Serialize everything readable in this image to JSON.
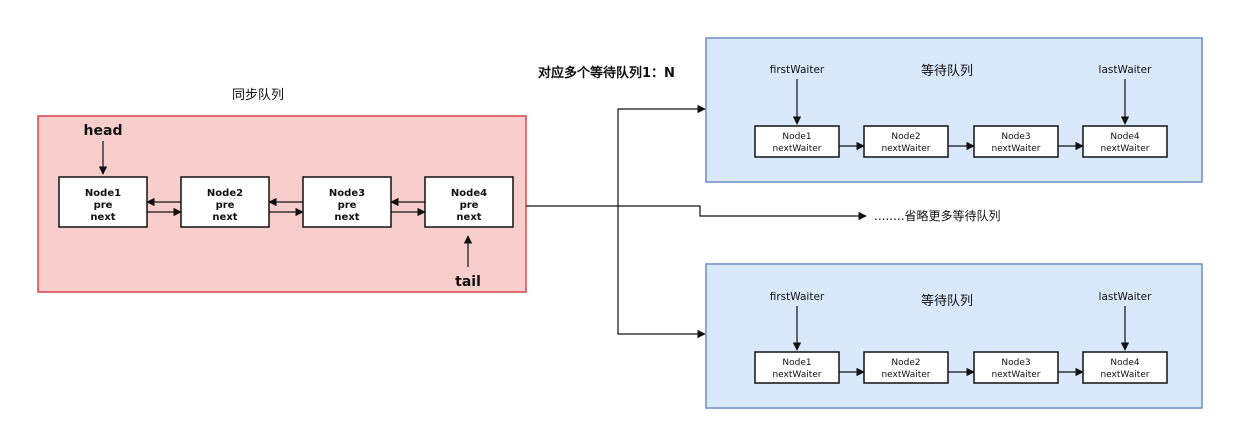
{
  "sync_queue": {
    "title": "同步队列",
    "head_label": "head",
    "tail_label": "tail",
    "nodes": [
      {
        "name": "Node1",
        "pre": "pre",
        "next": "next"
      },
      {
        "name": "Node2",
        "pre": "pre",
        "next": "next"
      },
      {
        "name": "Node3",
        "pre": "pre",
        "next": "next"
      },
      {
        "name": "Node4",
        "pre": "pre",
        "next": "next"
      }
    ],
    "colors": {
      "fill": "#f8cecc",
      "stroke": "#d6464b"
    }
  },
  "relation_label": "对应多个等待队列1：N",
  "omitted_label": "........省略更多等待队列",
  "wait_queues": [
    {
      "title": "等待队列",
      "first_label": "firstWaiter",
      "last_label": "lastWaiter",
      "nodes": [
        {
          "name": "Node1",
          "field": "nextWaiter"
        },
        {
          "name": "Node2",
          "field": "nextWaiter"
        },
        {
          "name": "Node3",
          "field": "nextWaiter"
        },
        {
          "name": "Node4",
          "field": "nextWaiter"
        }
      ]
    },
    {
      "title": "等待队列",
      "first_label": "firstWaiter",
      "last_label": "lastWaiter",
      "nodes": [
        {
          "name": "Node1",
          "field": "nextWaiter"
        },
        {
          "name": "Node2",
          "field": "nextWaiter"
        },
        {
          "name": "Node3",
          "field": "nextWaiter"
        },
        {
          "name": "Node4",
          "field": "nextWaiter"
        }
      ]
    }
  ],
  "wait_colors": {
    "fill": "#dae8fc",
    "stroke": "#6c8ebf"
  }
}
